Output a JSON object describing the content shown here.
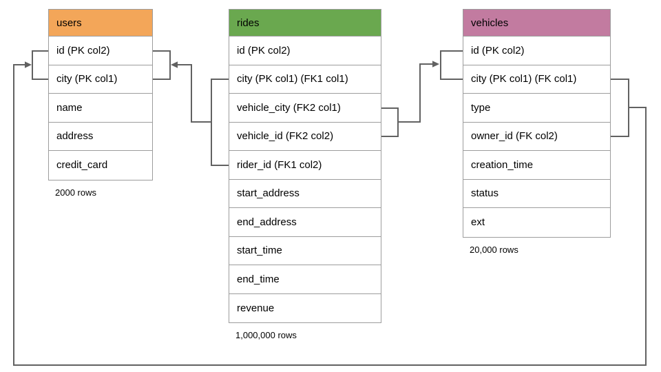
{
  "tables": {
    "users": {
      "title": "users",
      "header_color": "#F3A659",
      "rows": [
        "id (PK col2)",
        "city (PK col1)",
        "name",
        "address",
        "credit_card"
      ],
      "row_count_label": "2000 rows"
    },
    "rides": {
      "title": "rides",
      "header_color": "#6AA84F",
      "rows": [
        "id (PK col2)",
        "city (PK col1) (FK1 col1)",
        "vehicle_city (FK2 col1)",
        "vehicle_id (FK2 col2)",
        "rider_id (FK1 col2)",
        "start_address",
        "end_address",
        "start_time",
        "end_time",
        "revenue"
      ],
      "row_count_label": "1,000,000 rows"
    },
    "vehicles": {
      "title": "vehicles",
      "header_color": "#C27BA0",
      "rows": [
        "id (PK col2)",
        "city (PK col1) (FK col1)",
        "type",
        "owner_id (FK col2)",
        "creation_time",
        "status",
        "ext"
      ],
      "row_count_label": "20,000 rows"
    }
  },
  "relationships": [
    {
      "name": "FK1",
      "from": "rides (city, rider_id)",
      "to": "users (city, id)"
    },
    {
      "name": "FK2",
      "from": "rides (vehicle_city, vehicle_id)",
      "to": "vehicles (city, id)"
    },
    {
      "name": "FK",
      "from": "vehicles (city, owner_id)",
      "to": "users (city, id)"
    }
  ],
  "colors": {
    "connector": "#616161",
    "table_border": "#9c9c9c",
    "background": "#ffffff",
    "text": "#000000"
  }
}
